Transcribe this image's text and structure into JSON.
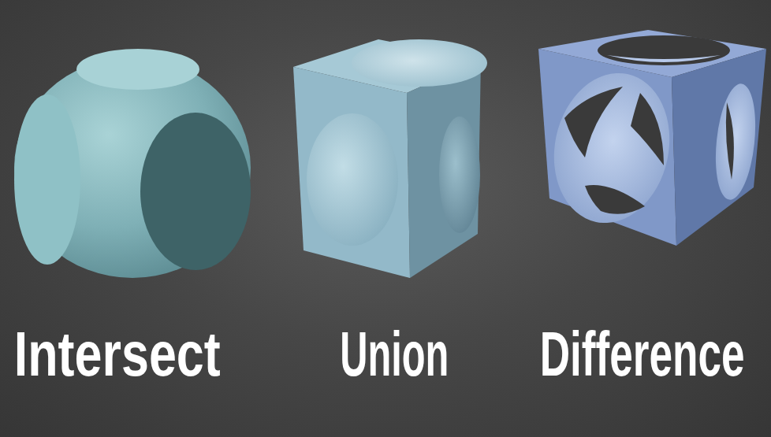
{
  "diagram": {
    "labels": [
      "Intersect",
      "Union",
      "Difference"
    ]
  }
}
